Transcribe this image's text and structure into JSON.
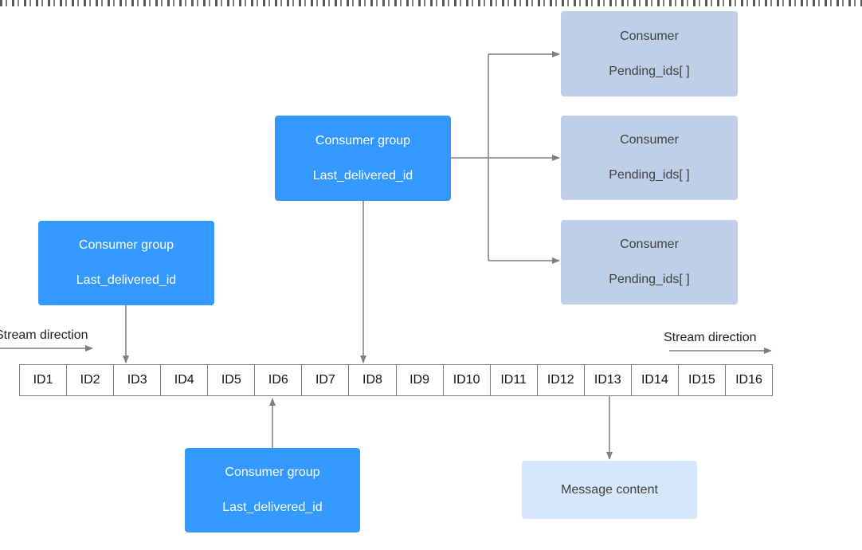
{
  "consumer_groups": [
    {
      "title": "Consumer group",
      "field": "Last_delivered_id"
    },
    {
      "title": "Consumer group",
      "field": "Last_delivered_id"
    },
    {
      "title": "Consumer group",
      "field": "Last_delivered_id"
    }
  ],
  "consumers": [
    {
      "title": "Consumer",
      "field": "Pending_ids[ ]"
    },
    {
      "title": "Consumer",
      "field": "Pending_ids[ ]"
    },
    {
      "title": "Consumer",
      "field": "Pending_ids[ ]"
    }
  ],
  "stream_ids": [
    "ID1",
    "ID2",
    "ID3",
    "ID4",
    "ID5",
    "ID6",
    "ID7",
    "ID8",
    "ID9",
    "ID10",
    "ID11",
    "ID12",
    "ID13",
    "ID14",
    "ID15",
    "ID16"
  ],
  "stream_direction_left": "Stream direction",
  "stream_direction_right": "Stream direction",
  "message_content": "Message content",
  "colors": {
    "group_box": "#3399ff",
    "consumer_box": "#c0cfe8",
    "message_box": "#d6e6fb",
    "connector": "#7f7f7f"
  }
}
